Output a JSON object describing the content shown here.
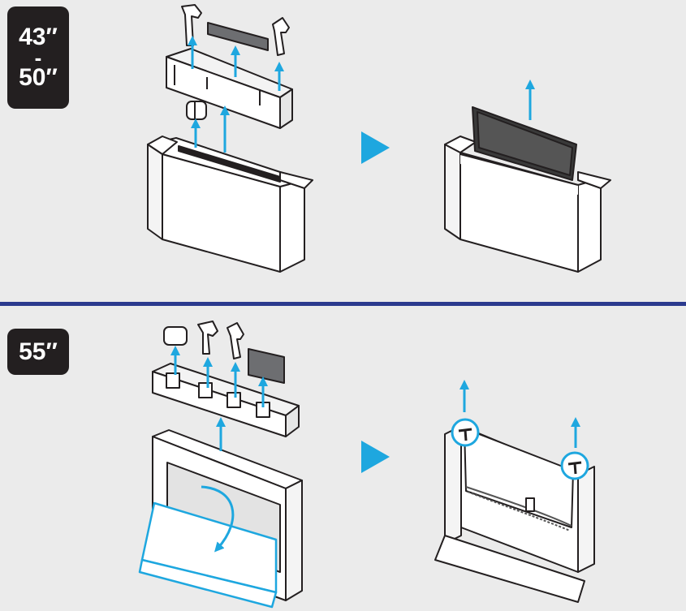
{
  "sections": [
    {
      "badge_lines": [
        "43″",
        "-",
        "50″"
      ],
      "steps": [
        "remove-packing",
        "lift-tv"
      ]
    },
    {
      "badge_lines": [
        "55″"
      ],
      "steps": [
        "remove-packing-open-flap",
        "lift-tv-by-stands"
      ]
    }
  ],
  "colors": {
    "accent": "#1ea7df",
    "divider": "#2b3a8e",
    "badge_bg": "#231f20",
    "background": "#ebebeb",
    "outline": "#231f20",
    "part_dark": "#6d6e71"
  },
  "icons": [
    "up-arrow-icon",
    "next-step-triangle-icon",
    "curved-arrow-icon",
    "highlight-circle-icon"
  ]
}
